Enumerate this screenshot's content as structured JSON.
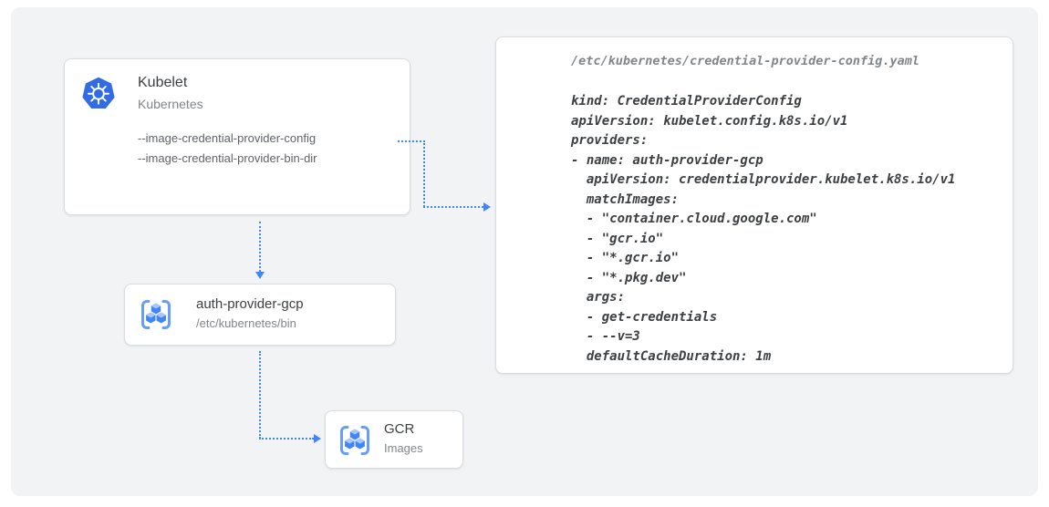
{
  "colors": {
    "arrow": "#4285f4",
    "kubernetes_blue": "#326ce5",
    "gcr_blue": "#4285f4",
    "panel_bg": "#f1f3f4",
    "card_border": "#dadce0",
    "title_text": "#3c4043",
    "muted_text": "#80868b",
    "flag_text": "#5f6368",
    "code_text": "#3c4043",
    "code_path_text": "#80868b"
  },
  "nodes": {
    "kubelet": {
      "title": "Kubelet",
      "subtitle": "Kubernetes",
      "flags": [
        "--image-credential-provider-config",
        "--image-credential-provider-bin-dir"
      ]
    },
    "auth_provider": {
      "title": "auth-provider-gcp",
      "subtitle": "/etc/kubernetes/bin"
    },
    "gcr": {
      "title": "GCR",
      "subtitle": "Images"
    }
  },
  "code_panel": {
    "path": "/etc/kubernetes/credential-provider-config.yaml",
    "lines": [
      "kind: CredentialProviderConfig",
      "apiVersion: kubelet.config.k8s.io/v1",
      "providers:",
      "- name: auth-provider-gcp",
      "  apiVersion: credentialprovider.kubelet.k8s.io/v1",
      "  matchImages:",
      "  - \"container.cloud.google.com\"",
      "  - \"gcr.io\"",
      "  - \"*.gcr.io\"",
      "  - \"*.pkg.dev\"",
      "  args:",
      "  - get-credentials",
      "  - --v=3",
      "  defaultCacheDuration: 1m"
    ]
  }
}
